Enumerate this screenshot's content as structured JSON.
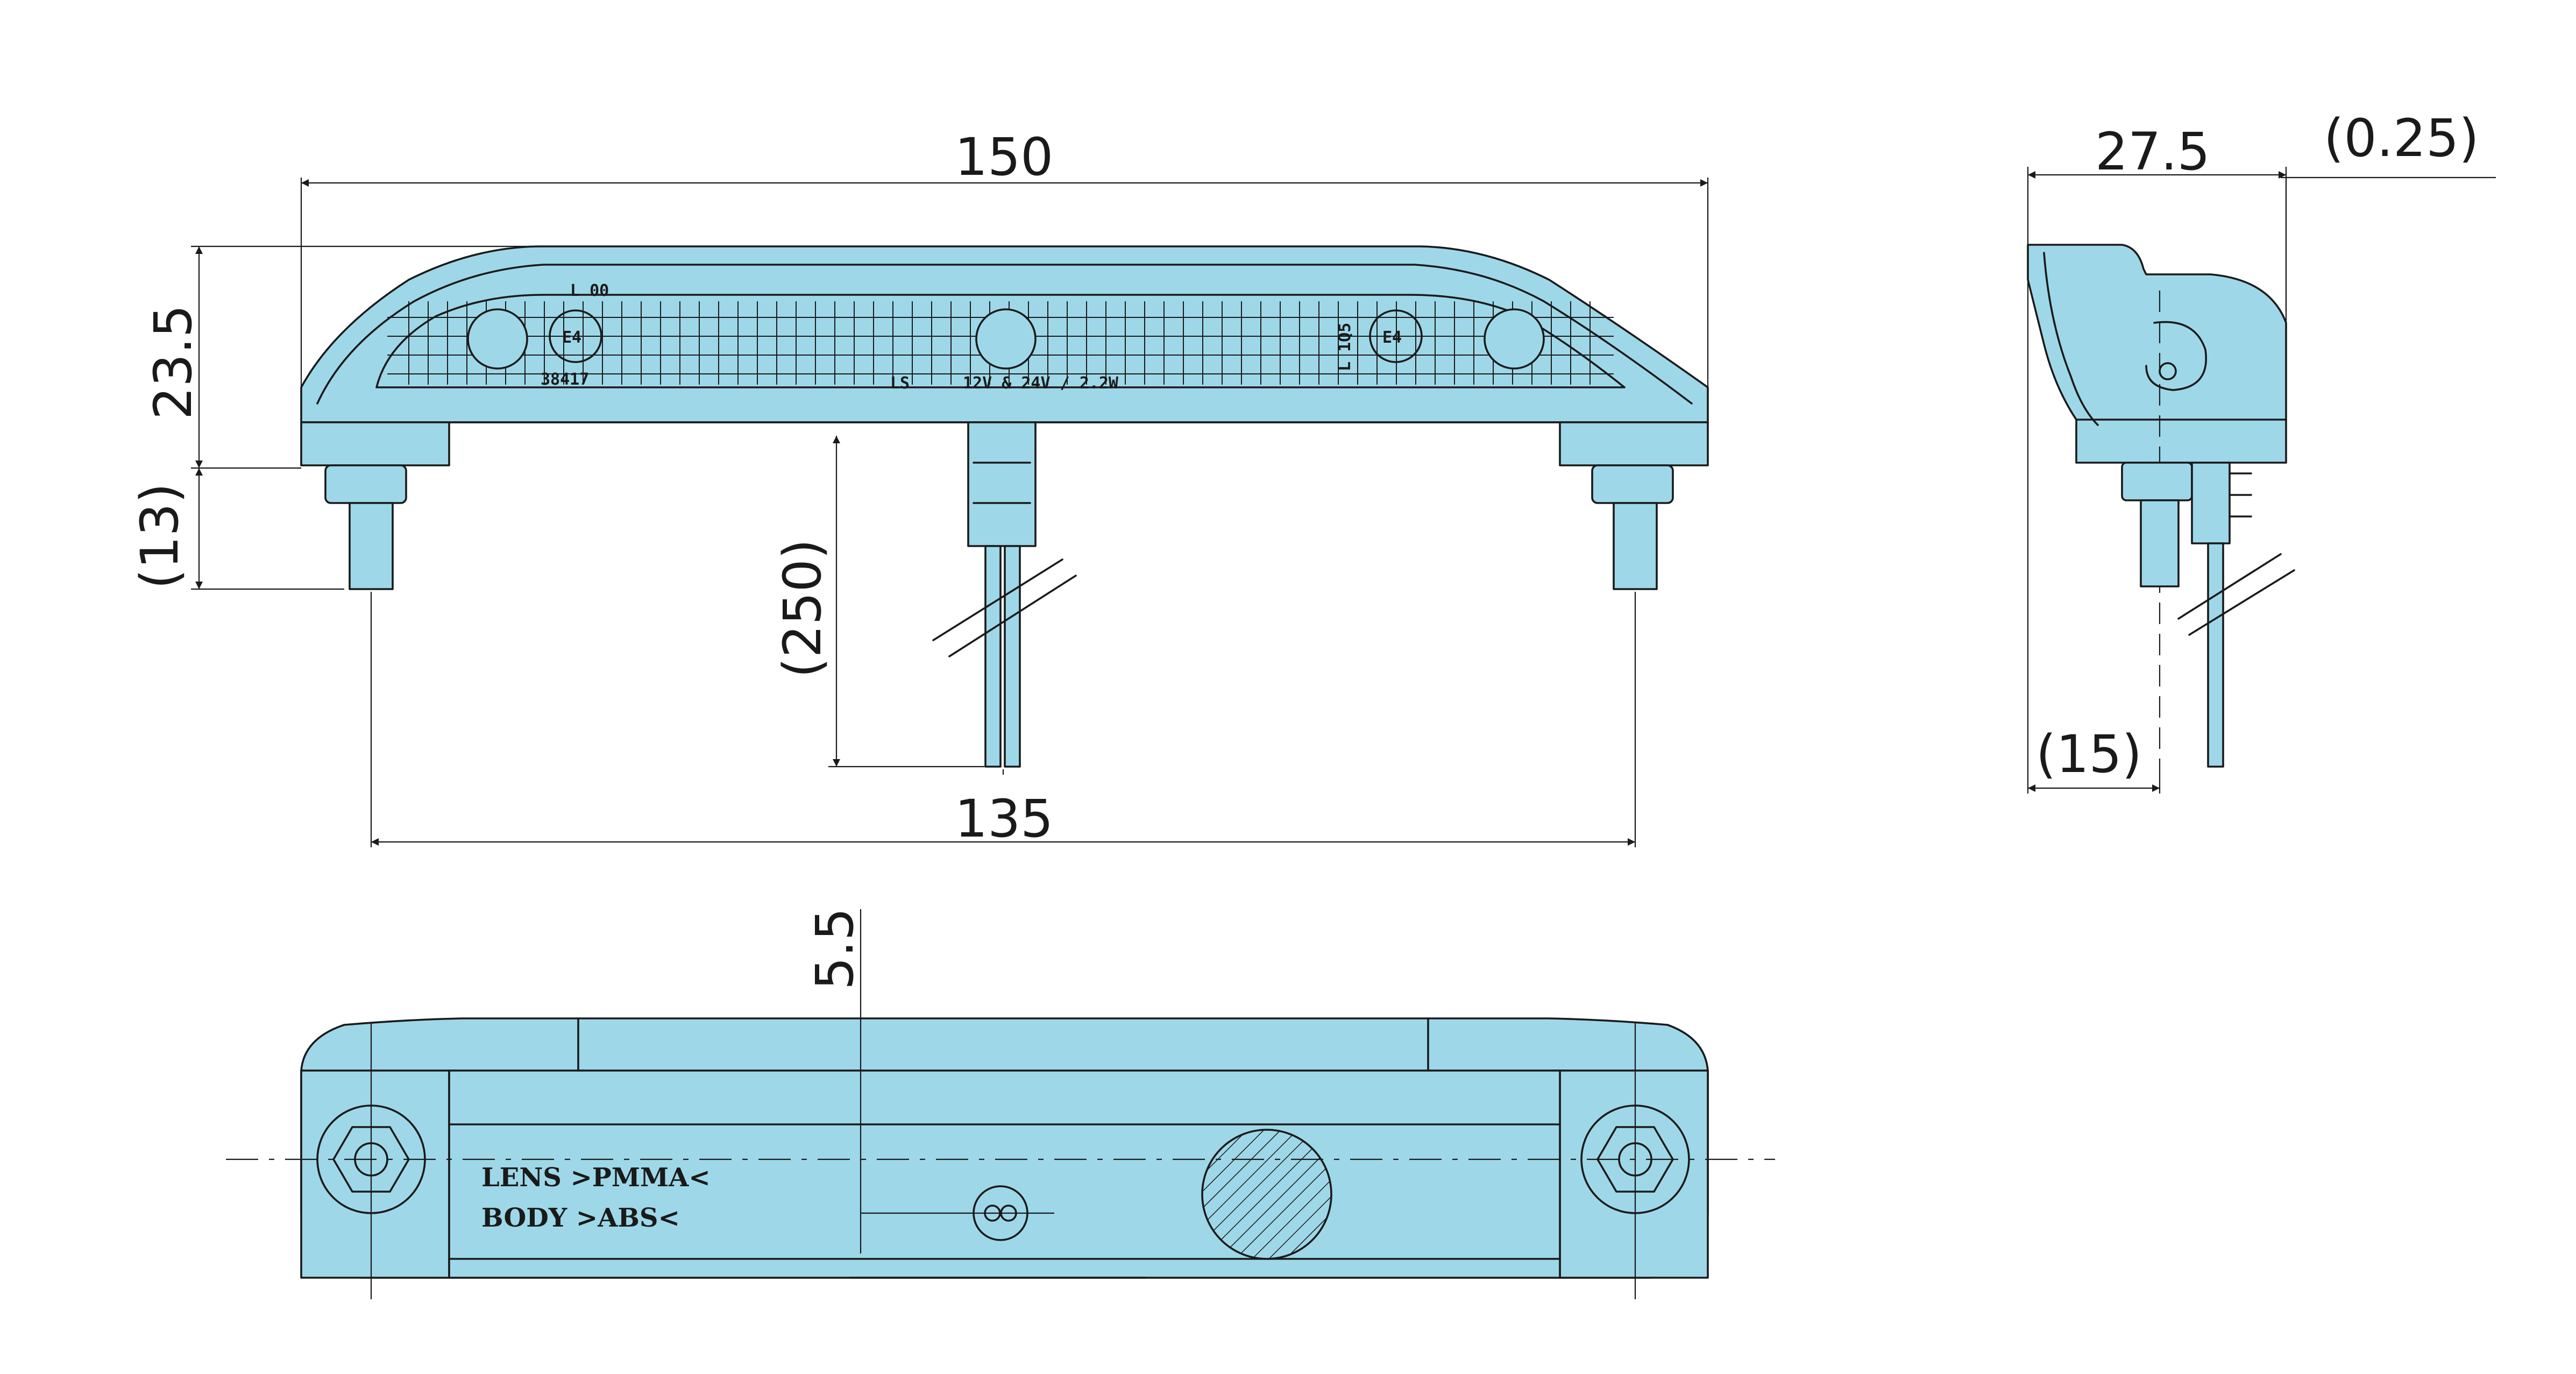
{
  "colors": {
    "body": "#9ed8e8",
    "line": "#1a1a1a",
    "background": "#ffffff"
  },
  "dimensions": {
    "overall_length": "150",
    "mount_spacing": "135",
    "height": "23.5",
    "stud_length": "(13)",
    "cable_length": "(250)",
    "depth": "27.5",
    "lens_offset": "(0.25)",
    "stud_offset": "(15)",
    "cable_offset": "5.5"
  },
  "lens_markings": {
    "left_badge": "L 00",
    "left_code": "38417",
    "center_ls": "LS",
    "voltage": "12V & 24V / 2.2W",
    "right_side": "L 1Q5"
  },
  "material_labels": {
    "lens": "LENS >PMMA<",
    "body": "BODY >ABS<"
  }
}
